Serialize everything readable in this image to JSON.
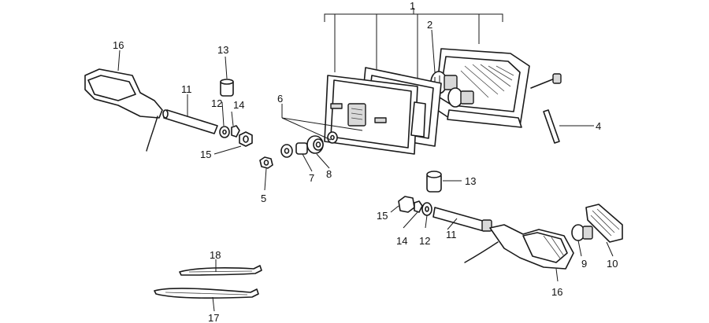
{
  "callouts": {
    "c1": "1",
    "c2": "2",
    "c4": "4",
    "c5": "5",
    "c6": "6",
    "c7": "7",
    "c8": "8",
    "c9": "9",
    "c10": "10",
    "c11a": "11",
    "c11b": "11",
    "c12a": "12",
    "c12b": "12",
    "c13a": "13",
    "c13b": "13",
    "c14a": "14",
    "c14b": "14",
    "c15a": "15",
    "c15b": "15",
    "c16a": "16",
    "c16b": "16",
    "c17": "17",
    "c18": "18"
  }
}
